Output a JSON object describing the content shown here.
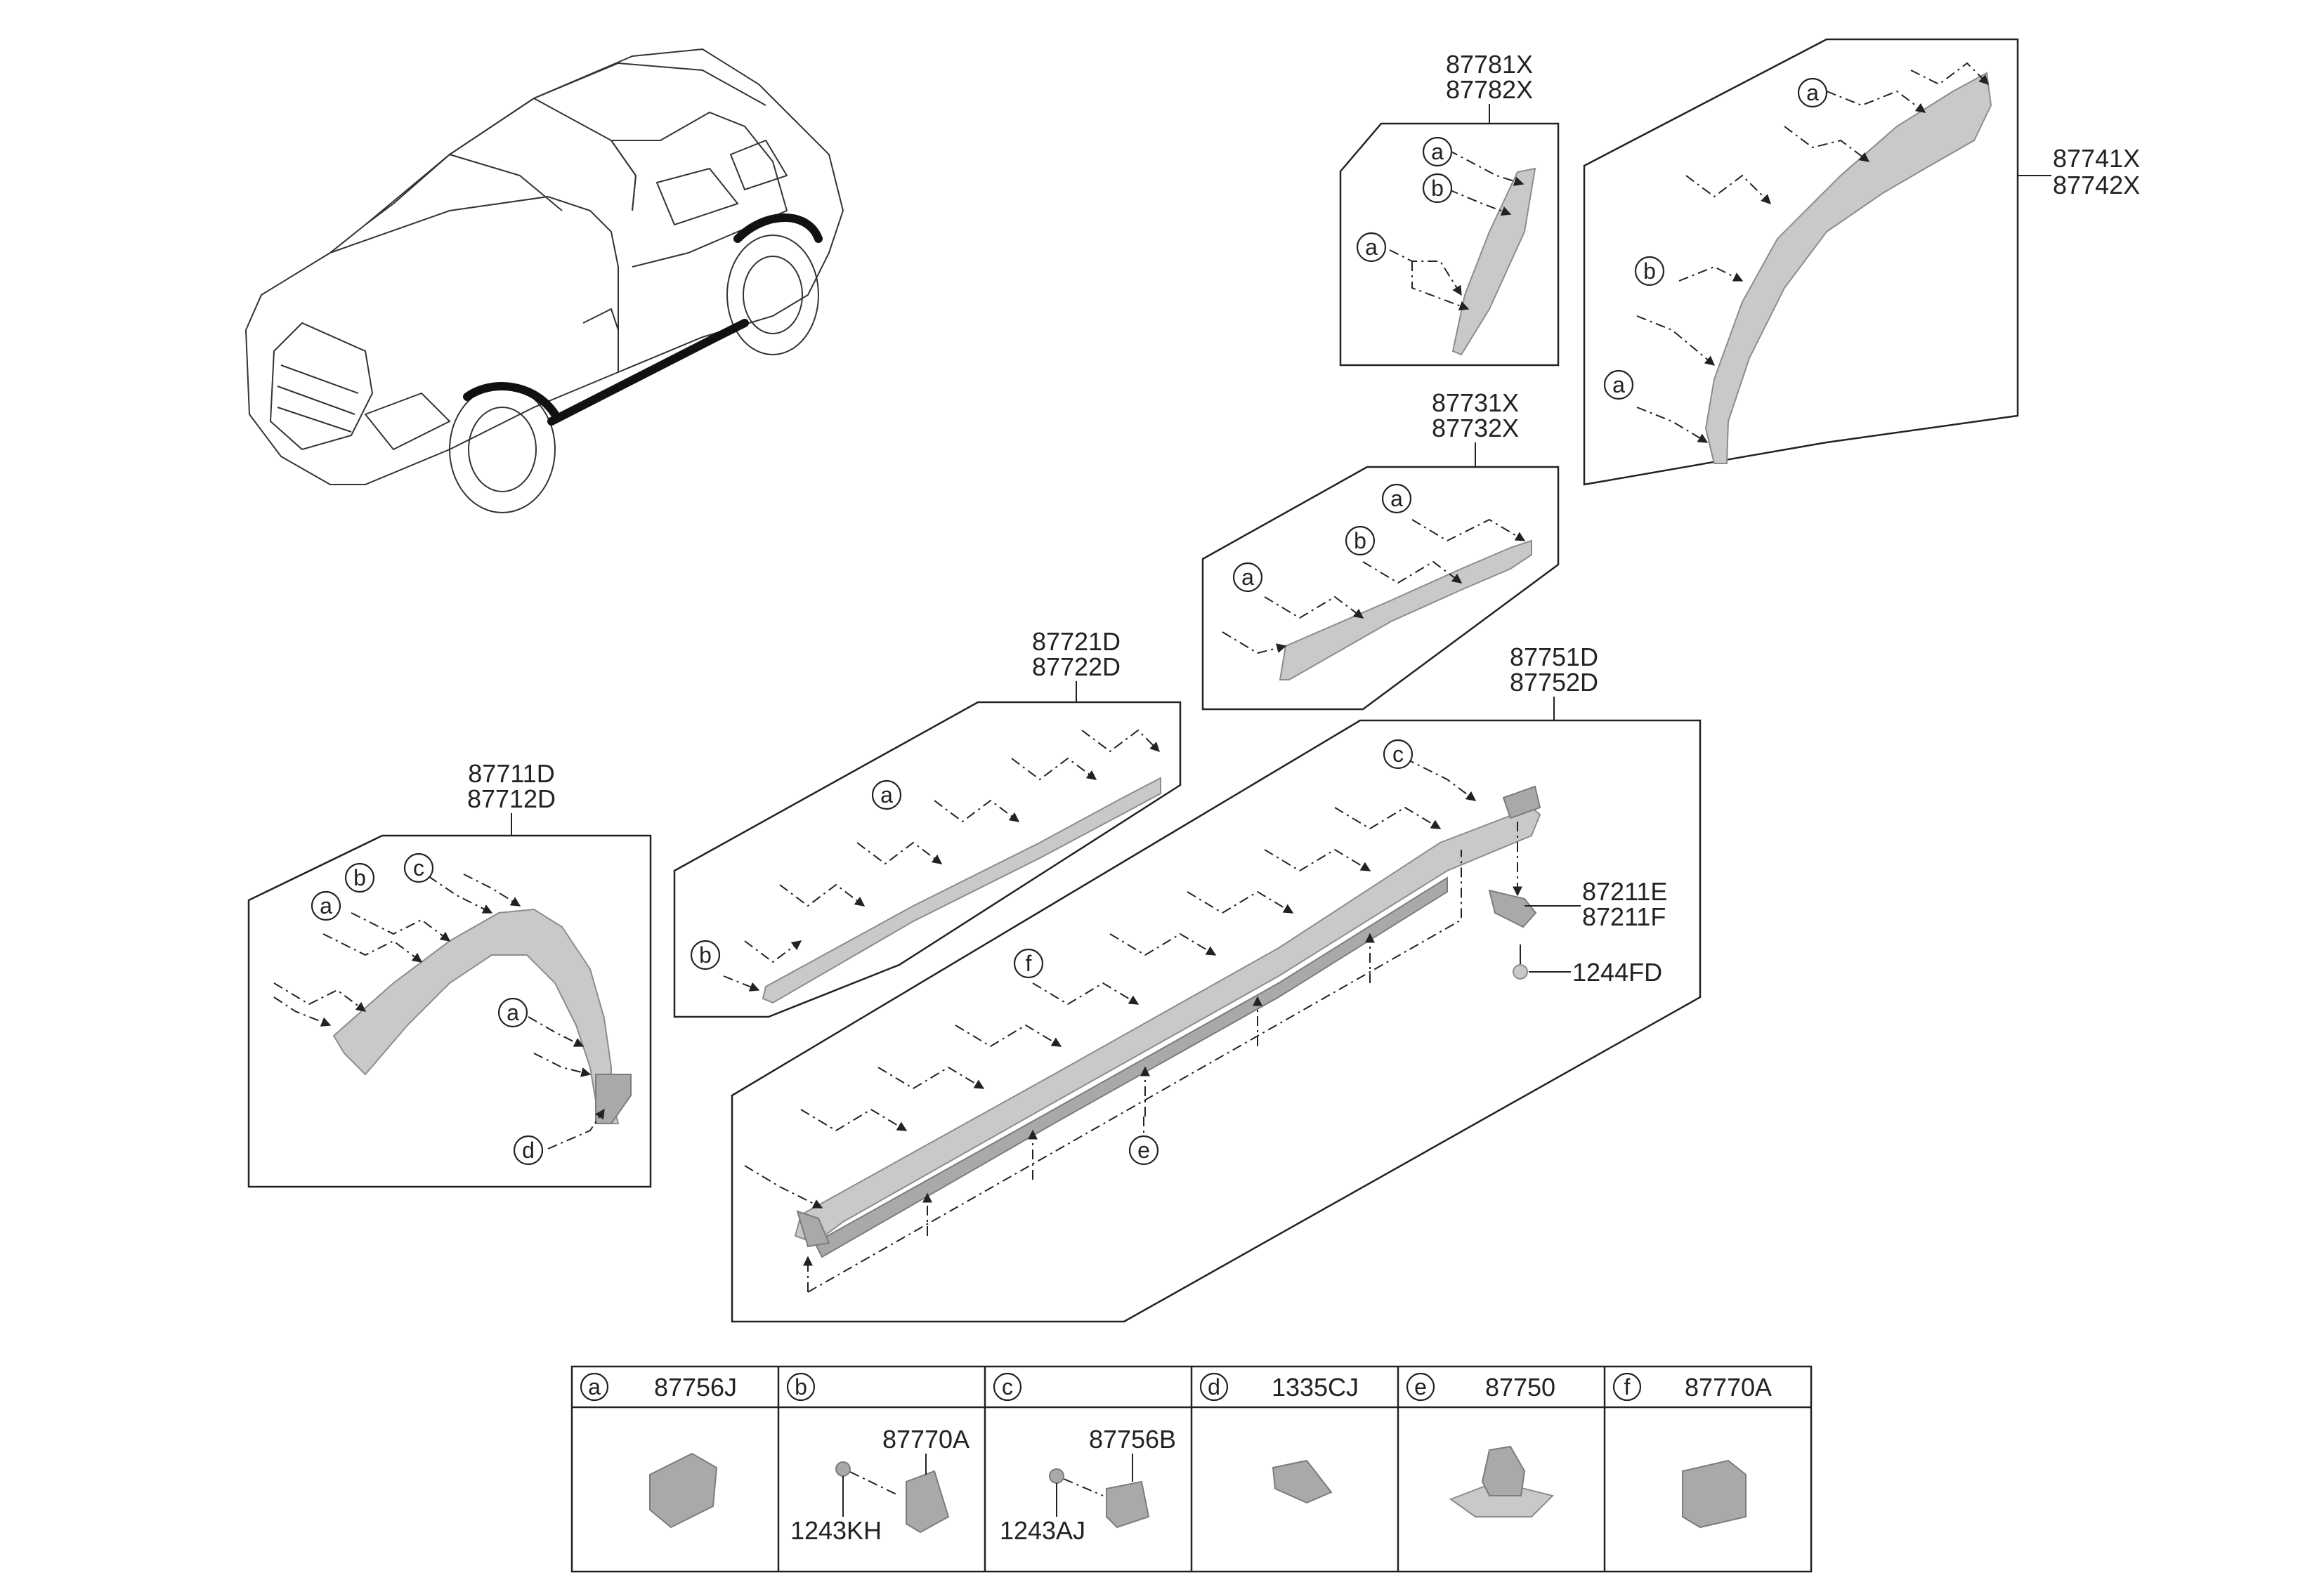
{
  "callouts": {
    "p87781": [
      "87781X",
      "87782X"
    ],
    "p87741": [
      "87741X",
      "87742X"
    ],
    "p87731": [
      "87731X",
      "87732X"
    ],
    "p87721": [
      "87721D",
      "87722D"
    ],
    "p87751": [
      "87751D",
      "87752D"
    ],
    "p87711": [
      "87711D",
      "87712D"
    ],
    "p87211": [
      "87211E",
      "87211F"
    ],
    "p1244": "1244FD"
  },
  "letters": [
    "a",
    "b",
    "c",
    "d",
    "e",
    "f"
  ],
  "legend": {
    "cells": [
      {
        "letter": "a",
        "code": "87756J"
      },
      {
        "letter": "b",
        "code": "",
        "parts": [
          "87770A",
          "1243KH"
        ]
      },
      {
        "letter": "c",
        "code": "",
        "parts": [
          "87756B",
          "1243AJ"
        ]
      },
      {
        "letter": "d",
        "code": "1335CJ"
      },
      {
        "letter": "e",
        "code": "87750"
      },
      {
        "letter": "f",
        "code": "87770A"
      }
    ]
  }
}
